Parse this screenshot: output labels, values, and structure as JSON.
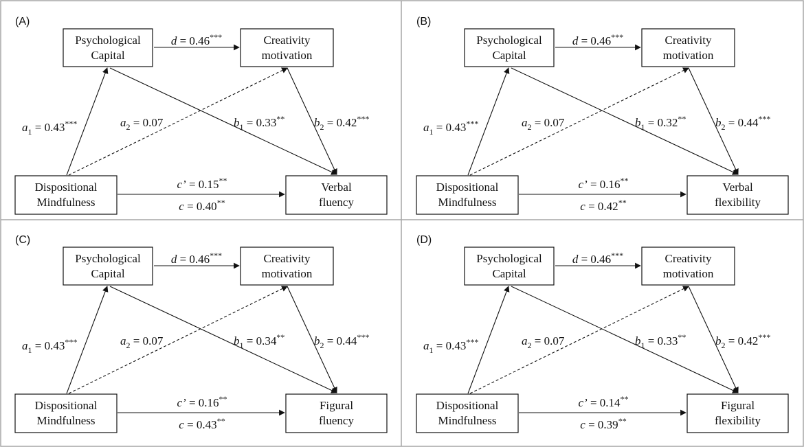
{
  "panels": [
    {
      "id": "A",
      "label": "(A)",
      "nodes": {
        "psycap": [
          "Psychological",
          "Capital"
        ],
        "motivation": [
          "Creativity",
          "motivation"
        ],
        "mindfulness": [
          "Dispositional",
          "Mindfulness"
        ],
        "outcome": [
          "Verbal",
          "fluency"
        ]
      },
      "paths": {
        "d": {
          "sym": "d",
          "sub": "",
          "value": "0.46",
          "stars": "***"
        },
        "a1": {
          "sym": "a",
          "sub": "1",
          "value": "0.43",
          "stars": "***"
        },
        "a2": {
          "sym": "a",
          "sub": "2",
          "value": "0.07",
          "stars": ""
        },
        "b1": {
          "sym": "b",
          "sub": "1",
          "value": "0.33",
          "stars": "**"
        },
        "b2": {
          "sym": "b",
          "sub": "2",
          "value": "0.42",
          "stars": "***"
        },
        "cp": {
          "sym": "c’",
          "sub": "",
          "value": "0.15",
          "stars": "**"
        },
        "c": {
          "sym": "c",
          "sub": "",
          "value": "0.40",
          "stars": "**"
        }
      }
    },
    {
      "id": "B",
      "label": "(B)",
      "nodes": {
        "psycap": [
          "Psychological",
          "Capital"
        ],
        "motivation": [
          "Creativity",
          "motivation"
        ],
        "mindfulness": [
          "Dispositional",
          "Mindfulness"
        ],
        "outcome": [
          "Verbal",
          "flexibility"
        ]
      },
      "paths": {
        "d": {
          "sym": "d",
          "sub": "",
          "value": "0.46",
          "stars": "***"
        },
        "a1": {
          "sym": "a",
          "sub": "1",
          "value": "0.43",
          "stars": "***"
        },
        "a2": {
          "sym": "a",
          "sub": "2",
          "value": "0.07",
          "stars": ""
        },
        "b1": {
          "sym": "b",
          "sub": "1",
          "value": "0.32",
          "stars": "**"
        },
        "b2": {
          "sym": "b",
          "sub": "2",
          "value": "0.44",
          "stars": "***"
        },
        "cp": {
          "sym": "c’",
          "sub": "",
          "value": "0.16",
          "stars": "**"
        },
        "c": {
          "sym": "c",
          "sub": "",
          "value": "0.42",
          "stars": "**"
        }
      }
    },
    {
      "id": "C",
      "label": "(C)",
      "nodes": {
        "psycap": [
          "Psychological",
          "Capital"
        ],
        "motivation": [
          "Creativity",
          "motivation"
        ],
        "mindfulness": [
          "Dispositional",
          "Mindfulness"
        ],
        "outcome": [
          "Figural",
          "fluency"
        ]
      },
      "paths": {
        "d": {
          "sym": "d",
          "sub": "",
          "value": "0.46",
          "stars": "***"
        },
        "a1": {
          "sym": "a",
          "sub": "1",
          "value": "0.43",
          "stars": "***"
        },
        "a2": {
          "sym": "a",
          "sub": "2",
          "value": "0.07",
          "stars": ""
        },
        "b1": {
          "sym": "b",
          "sub": "1",
          "value": "0.34",
          "stars": "**"
        },
        "b2": {
          "sym": "b",
          "sub": "2",
          "value": "0.44",
          "stars": "***"
        },
        "cp": {
          "sym": "c’",
          "sub": "",
          "value": "0.16",
          "stars": "**"
        },
        "c": {
          "sym": "c",
          "sub": "",
          "value": "0.43",
          "stars": "**"
        }
      }
    },
    {
      "id": "D",
      "label": "(D)",
      "nodes": {
        "psycap": [
          "Psychological",
          "Capital"
        ],
        "motivation": [
          "Creativity",
          "motivation"
        ],
        "mindfulness": [
          "Dispositional",
          "Mindfulness"
        ],
        "outcome": [
          "Figural",
          "flexibility"
        ]
      },
      "paths": {
        "d": {
          "sym": "d",
          "sub": "",
          "value": "0.46",
          "stars": "***"
        },
        "a1": {
          "sym": "a",
          "sub": "1",
          "value": "0.43",
          "stars": "***"
        },
        "a2": {
          "sym": "a",
          "sub": "2",
          "value": "0.07",
          "stars": ""
        },
        "b1": {
          "sym": "b",
          "sub": "1",
          "value": "0.33",
          "stars": "**"
        },
        "b2": {
          "sym": "b",
          "sub": "2",
          "value": "0.42",
          "stars": "***"
        },
        "cp": {
          "sym": "c’",
          "sub": "",
          "value": "0.14",
          "stars": "**"
        },
        "c": {
          "sym": "c",
          "sub": "",
          "value": "0.39",
          "stars": "**"
        }
      }
    }
  ],
  "colors": {
    "line": "#111111",
    "border": "#a6a6a6",
    "background": "#ffffff"
  }
}
